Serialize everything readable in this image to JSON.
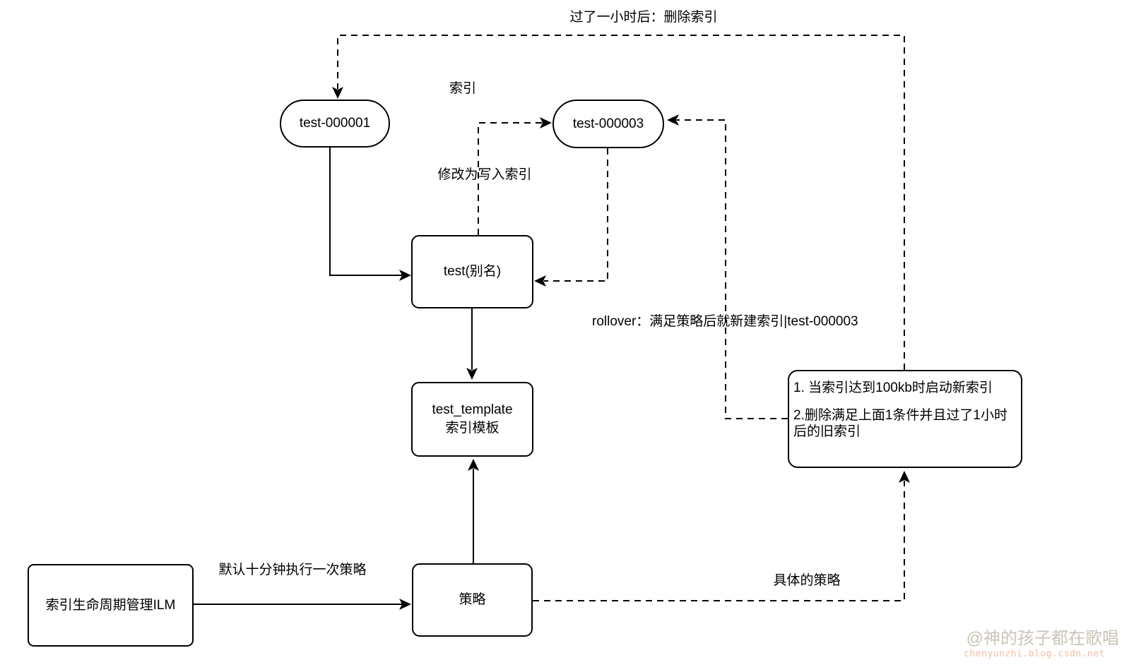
{
  "diagram": {
    "line_color": "#000000",
    "nodes": {
      "index1": "test-000001",
      "index3": "test-000003",
      "alias": "test(别名)",
      "template_name": "test_template",
      "template_subtitle": "索引模板",
      "policy": "策略",
      "ilm": "索引生命周期管理ILM",
      "policy_detail_line1": "1. 当索引达到100kb时启动新索引",
      "policy_detail_line2": "2.删除满足上面1条件并且过了1小时后的旧索引"
    },
    "edge_labels": {
      "delete_after_hour": "过了一小时后：删除索引",
      "index_label": "索引",
      "change_to_write_index": "修改为写入索引",
      "rollover": "rollover：满足策略后就新建索引|test-000003",
      "default_schedule": "默认十分钟执行一次策略",
      "specific_policy": "具体的策略"
    }
  },
  "watermark": {
    "author": "@神的孩子都在歌唱",
    "site": "chenyunzhi.blog.csdn.net",
    "author_color": "#cbc4b8",
    "site_color": "#f7bca2"
  }
}
